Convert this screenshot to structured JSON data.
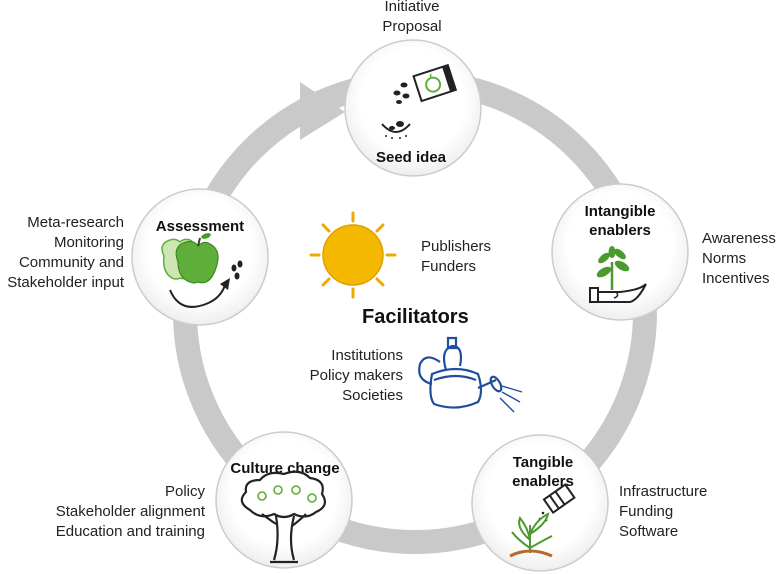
{
  "center": {
    "title": "Facilitators"
  },
  "nodes": {
    "seed": {
      "title": "Seed idea",
      "labels": "Initiative\nProposal"
    },
    "intangible": {
      "title_line1": "Intangible",
      "title_line2": "enablers",
      "labels": "Awareness\nNorms\nIncentives"
    },
    "tangible": {
      "title_line1": "Tangible",
      "title_line2": "enablers",
      "labels": "Infrastructure\nFunding\nSoftware"
    },
    "culture": {
      "title": "Culture change",
      "labels": "Policy\nStakeholder alignment\nEducation and training"
    },
    "assessment": {
      "title": "Assessment",
      "labels": "Meta-research\nMonitoring\nCommunity and\nStakeholder input"
    }
  },
  "facilitators": {
    "sun_labels": "Publishers\nFunders",
    "can_labels": "Institutions\nPolicy makers\nSocieties"
  },
  "colors": {
    "ring": "#c8c8c8",
    "node_fill": "#ffffff",
    "node_border": "#d0d0d0",
    "sun": "#f5b800",
    "sun_rays": "#f0a800",
    "watering_can": "#1f4e9c",
    "apple_green": "#5fae3a",
    "plant_green": "#4a9a2e",
    "soil": "#b86a2e"
  },
  "icons": [
    "seed-packet-icon",
    "sprout-hand-icon",
    "planting-icon",
    "tree-icon",
    "apples-cycle-icon",
    "sun-icon",
    "watering-can-icon"
  ]
}
